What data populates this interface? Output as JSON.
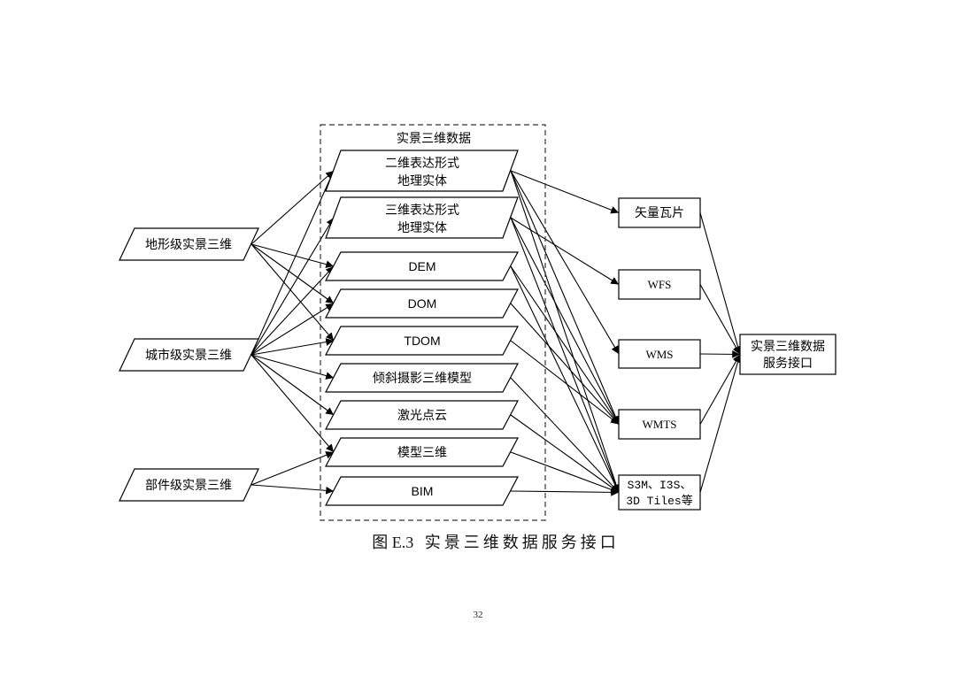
{
  "diagram": {
    "group_title": "实景三维数据",
    "sources": [
      "地形级实景三维",
      "城市级实景三维",
      "部件级实景三维"
    ],
    "data_nodes": [
      {
        "lines": [
          "二维表达形式",
          "地理实体"
        ]
      },
      {
        "lines": [
          "三维表达形式",
          "地理实体"
        ]
      },
      {
        "lines": [
          "DEM"
        ]
      },
      {
        "lines": [
          "DOM"
        ]
      },
      {
        "lines": [
          "TDOM"
        ]
      },
      {
        "lines": [
          "倾斜摄影三维模型"
        ]
      },
      {
        "lines": [
          "激光点云"
        ]
      },
      {
        "lines": [
          "模型三维"
        ]
      },
      {
        "lines": [
          "BIM"
        ]
      }
    ],
    "services": [
      {
        "lines": [
          "矢量瓦片"
        ]
      },
      {
        "lines": [
          "WFS"
        ]
      },
      {
        "lines": [
          "WMS"
        ]
      },
      {
        "lines": [
          "WMTS"
        ]
      },
      {
        "lines": [
          "S3M、I3S、",
          "3D Tiles等"
        ]
      }
    ],
    "target": {
      "lines": [
        "实景三维数据",
        "服务接口"
      ]
    },
    "edges": {
      "source_to_data": [
        [
          0,
          0
        ],
        [
          0,
          2
        ],
        [
          0,
          3
        ],
        [
          0,
          4
        ],
        [
          1,
          0
        ],
        [
          1,
          1
        ],
        [
          1,
          2
        ],
        [
          1,
          3
        ],
        [
          1,
          4
        ],
        [
          1,
          5
        ],
        [
          1,
          6
        ],
        [
          1,
          7
        ],
        [
          2,
          7
        ],
        [
          2,
          8
        ]
      ],
      "data_to_service": [
        [
          0,
          0
        ],
        [
          0,
          2
        ],
        [
          0,
          3
        ],
        [
          0,
          4
        ],
        [
          1,
          1
        ],
        [
          1,
          3
        ],
        [
          1,
          4
        ],
        [
          2,
          3
        ],
        [
          2,
          4
        ],
        [
          3,
          3
        ],
        [
          4,
          3
        ],
        [
          5,
          4
        ],
        [
          6,
          4
        ],
        [
          7,
          4
        ],
        [
          8,
          4
        ]
      ],
      "service_to_target": [
        0,
        1,
        2,
        3,
        4
      ]
    }
  },
  "caption": {
    "figure_no": "图 E.3",
    "title": "实景三维数据服务接口"
  },
  "page_number": "32"
}
